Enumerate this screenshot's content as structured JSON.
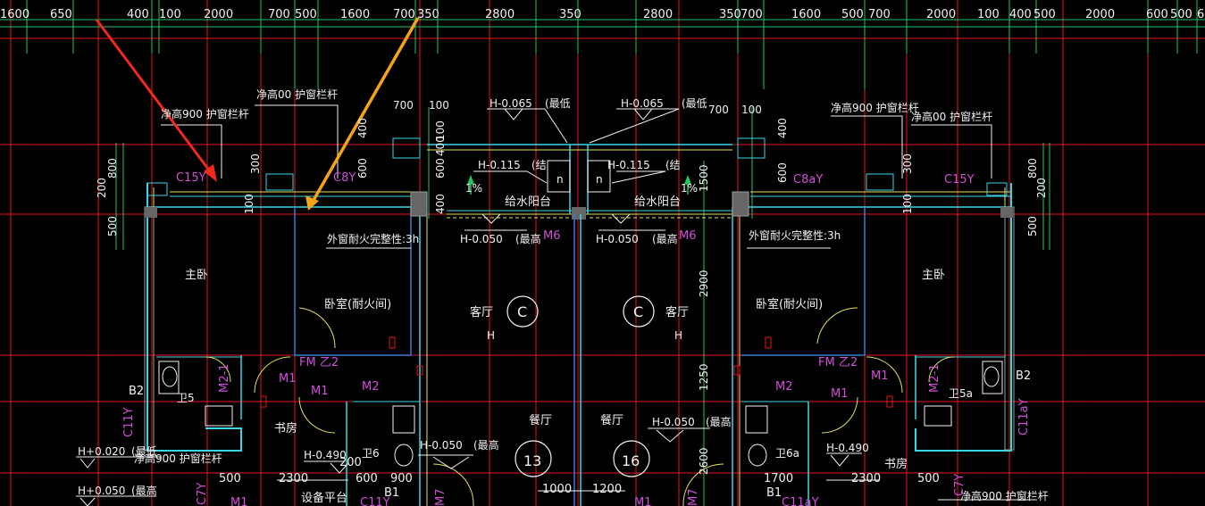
{
  "colors": {
    "background": "#000000",
    "grid_red": "#e8141c",
    "dim_green": "#22c55e",
    "wall_cyan": "#3ad6e6",
    "wall_blue": "#3a7bd5",
    "wall_yellow": "#e8e05a",
    "text_white": "#f2f2f2",
    "magenta": "#d14fd8",
    "gray": "#9aa0a6",
    "arrow_red": "#f02a1e",
    "arrow_orange": "#f5a418"
  },
  "dimensions_top": [
    "1600",
    "650",
    "400",
    "100",
    "2000",
    "700",
    "500",
    "1600",
    "700",
    "350",
    "2800",
    "350",
    "2800",
    "350",
    "700",
    "1600",
    "500",
    "700",
    "2000",
    "100",
    "400",
    "500",
    "2000",
    "600",
    "500",
    "6"
  ],
  "dims_inner": [
    "700",
    "100",
    "700",
    "100"
  ],
  "dims_vertical": [
    "200",
    "800",
    "500",
    "300",
    "400",
    "600",
    "100",
    "600",
    "400",
    "100",
    "400",
    "1500",
    "2900",
    "1250",
    "2600",
    "400",
    "600",
    "300",
    "100",
    "200",
    "800",
    "500"
  ],
  "elevations": [
    "H-0.065",
    "(最低",
    "H-0.065",
    "(最低",
    "H-0.115",
    "(结",
    "H-0.115",
    "(结",
    "H-0.050",
    "(最高",
    "H-0.050",
    "(最高",
    "H+0.020",
    "(最低",
    "H+0.050",
    "(最高",
    "H-0.490",
    "H-0.050",
    "(最高",
    "H-0.050",
    "(最高",
    "H-0.490"
  ],
  "window_notes": [
    "净高900 护窗栏杆",
    "净高00 护窗栏杆",
    "净高900 护窗栏杆",
    "净高00 护窗栏杆",
    "外窗耐火完整性:3h",
    "外窗耐火完整性:3h",
    "净高900 护窗栏杆",
    "净高900 护窗栏杆"
  ],
  "rooms": [
    "主卧",
    "卧室(耐火间)",
    "客厅",
    "客厅",
    "卧室(耐火间)",
    "主卧",
    "给水阳台",
    "给水阳台",
    "餐厅",
    "餐厅",
    "书房",
    "书房",
    "设备平台"
  ],
  "tags": [
    "C15Y",
    "C8Y",
    "C8aY",
    "C15Y",
    "M6",
    "M6",
    "M1",
    "M1",
    "M2",
    "M2",
    "M1",
    "M1",
    "FM 乙2",
    "FM 乙2",
    "M2-1",
    "M2-1",
    "B2",
    "B2",
    "C11Y",
    "C11aY",
    "C7Y",
    "C7Y",
    "M7",
    "M7",
    "M1",
    "M1",
    "B1",
    "B1",
    "C11Y",
    "C11aY"
  ],
  "fixtures": [
    "卫5",
    "卫5a",
    "卫6",
    "卫6a",
    "n",
    "n",
    "H",
    "H",
    "1%",
    "1%"
  ],
  "axis_labels": [
    "C",
    "C",
    "13",
    "16"
  ],
  "dims_bottom": [
    "2300",
    "600",
    "900",
    "200",
    "500",
    "1000",
    "1200",
    "1700",
    "2300",
    "500"
  ]
}
